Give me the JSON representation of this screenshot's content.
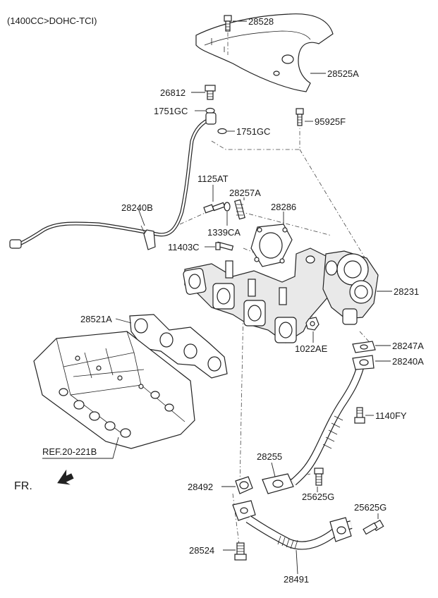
{
  "header": {
    "engine_spec": "(1400CC>DOHC-TCI)"
  },
  "labels": {
    "p28528": "28528",
    "p28525A": "28525A",
    "p26812": "26812",
    "p1751GC_a": "1751GC",
    "p1751GC_b": "1751GC",
    "p95925F": "95925F",
    "p1125AT": "1125AT",
    "p28257A": "28257A",
    "p28240B": "28240B",
    "p28286": "28286",
    "p1339CA": "1339CA",
    "p11403C": "11403C",
    "p28231": "28231",
    "p28521A": "28521A",
    "p1022AE": "1022AE",
    "p28247A": "28247A",
    "p28240A": "28240A",
    "p1140FY": "1140FY",
    "ref": "REF.20-221B",
    "p28255": "28255",
    "fr": "FR.",
    "p28492": "28492",
    "p25625G_a": "25625G",
    "p25625G_b": "25625G",
    "p28524": "28524",
    "p28491": "28491"
  }
}
